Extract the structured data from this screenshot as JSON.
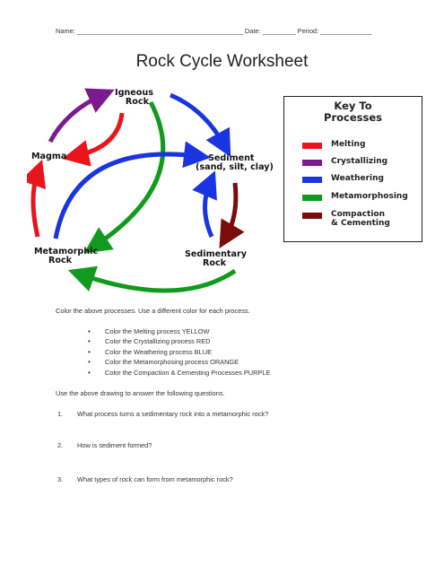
{
  "header": {
    "name_label": "Name:",
    "name_blank": "_____________________________________________",
    "date_label": "Date:",
    "date_blank": "_________",
    "period_label": "Period:",
    "period_blank": "______________"
  },
  "title": "Rock Cycle Worksheet",
  "diagram": {
    "igneous": [
      "Igneous",
      "Rock"
    ],
    "magma": "Magma",
    "sediment": [
      "Sediment",
      "(sand, silt, clay)"
    ],
    "metamorphic": [
      "Metamorphic",
      "Rock"
    ],
    "sedimentary": [
      "Sedimentary",
      "Rock"
    ]
  },
  "key": {
    "title": [
      "Key To",
      "Processes"
    ],
    "items": [
      {
        "label": "Melting",
        "color": "#e8161c"
      },
      {
        "label": "Crystallizing",
        "color": "#7b1a8c"
      },
      {
        "label": "Weathering",
        "color": "#1a35e0"
      },
      {
        "label": "Metamorphosing",
        "color": "#119a1e"
      },
      {
        "label": "Compaction",
        "label2": "& Cementing",
        "color": "#7a0c0c"
      }
    ]
  },
  "instructions": "Color the above processes.  Use a different color for each process.",
  "bullets": [
    "Color the Melting process YELLOW",
    "Color the Crystallizing process RED",
    "Color the Weathering process BLUE",
    "Color the Metamorphosing process ORANGE",
    "Color the Compaction & Cementing Processes PURPLE"
  ],
  "use_text": "Use the above drawing to answer the following questions.",
  "questions": [
    {
      "num": "1.",
      "text": "What process turns a sedimentary rock into a metamorphic rock?"
    },
    {
      "num": "2.",
      "text": "How is sediment formed?"
    },
    {
      "num": "3.",
      "text": "What types of rock can form from metamorphic rock?"
    }
  ]
}
